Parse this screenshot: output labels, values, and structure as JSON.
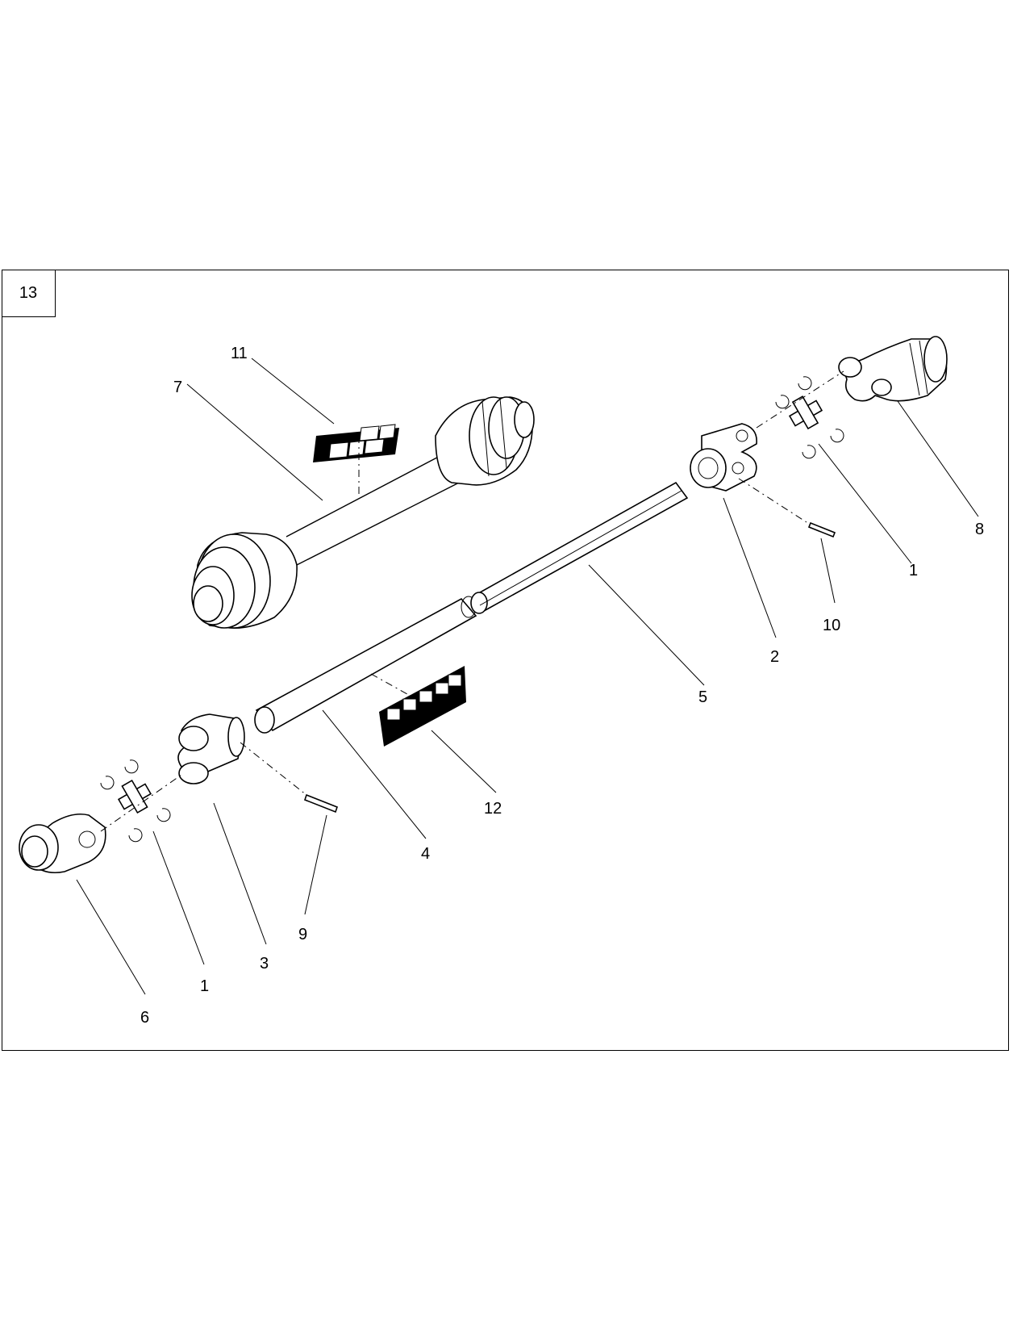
{
  "figure": {
    "number": "13"
  },
  "callouts": [
    {
      "id": "c11",
      "label": "11"
    },
    {
      "id": "c7",
      "label": "7"
    },
    {
      "id": "c8",
      "label": "8"
    },
    {
      "id": "c1a",
      "label": "1"
    },
    {
      "id": "c10",
      "label": "10"
    },
    {
      "id": "c2",
      "label": "2"
    },
    {
      "id": "c5",
      "label": "5"
    },
    {
      "id": "c12",
      "label": "12"
    },
    {
      "id": "c4",
      "label": "4"
    },
    {
      "id": "c9",
      "label": "9"
    },
    {
      "id": "c3",
      "label": "3"
    },
    {
      "id": "c1b",
      "label": "1"
    },
    {
      "id": "c6",
      "label": "6"
    }
  ]
}
